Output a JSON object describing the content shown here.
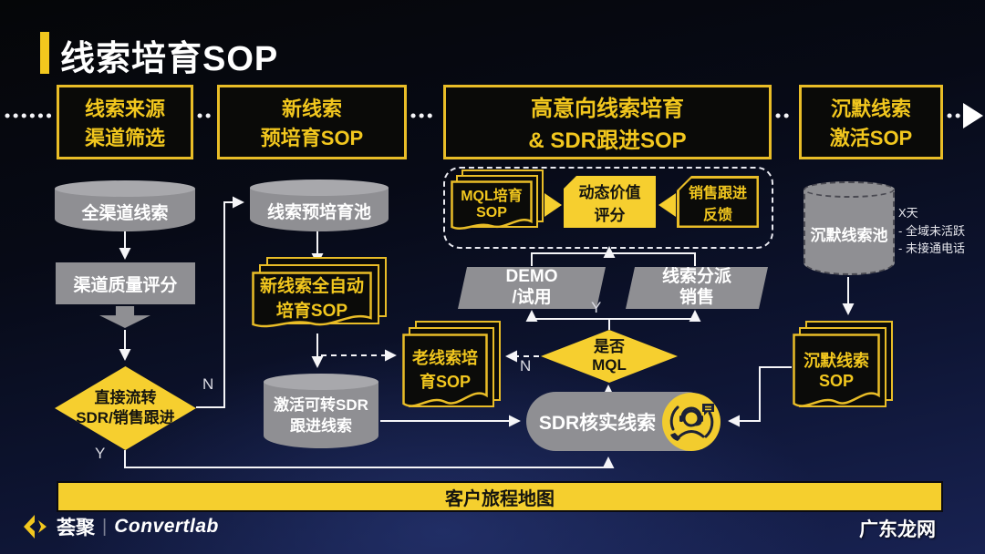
{
  "page": {
    "title": "线索培育SOP",
    "watermark": "广东龙网"
  },
  "stages": [
    {
      "label": "线索来源\n渠道筛选"
    },
    {
      "label": "新线索\n预培育SOP"
    },
    {
      "label": "高意向线索培育\n& SDR跟进SOP"
    },
    {
      "label": "沉默线索\n激活SOP"
    }
  ],
  "flow": {
    "all_channel_leads": "全渠道线索",
    "channel_quality_scoring": "渠道质量评分",
    "direct_transfer_decision": "直接流转\nSDR/销售跟进",
    "decision1_no": "N",
    "decision1_yes": "Y",
    "pre_nurture_pool": "线索预培育池",
    "new_lead_auto_sop": "新线索全自动\n培育SOP",
    "activated_sdr_leads": "激活可转SDR\n跟进线索",
    "mql_nurture_sop": "MQL培育\nSOP",
    "dynamic_value_scoring": "动态价值\n评分",
    "sales_followup_feedback": "销售跟进\n反馈",
    "demo_trial": "DEMO\n/试用",
    "lead_assign_sales": "线索分派\n销售",
    "is_mql": "是否\nMQL",
    "decision2_yes": "Y",
    "decision2_no": "N",
    "sdr_verify_leads": "SDR核实线索",
    "old_lead_nurture_sop": "老线索培\n育SOP",
    "silent_lead_pool": "沉默线索池",
    "silent_pool_note": "X天\n- 全域未活跃\n- 未接通电话",
    "silent_lead_sop": "沉默线索\nSOP"
  },
  "bottom_bar": {
    "label": "客户旅程地图"
  },
  "footer": {
    "logo_cn": "荟聚",
    "divider": "|",
    "brand": "Convertlab"
  },
  "colors": {
    "accent_yellow": "#F2C71E",
    "fill_yellow": "#F6CF2F",
    "shape_gray": "#8F8F93",
    "background_navy": "#0e1534"
  }
}
